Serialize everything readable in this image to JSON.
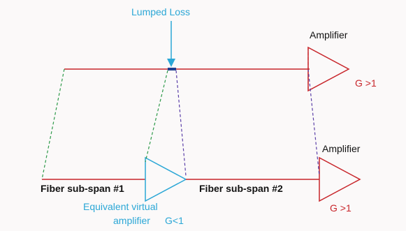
{
  "labels": {
    "lumped_loss": "Lumped Loss",
    "amplifier_top": "Amplifier",
    "gain_top": "G >1",
    "amplifier_bottom": "Amplifier",
    "gain_bottom": "G >1",
    "fiber_sub_span_1": "Fiber sub-span #1",
    "fiber_sub_span_2": "Fiber sub-span #2",
    "virtual_amp_line1": "Equivalent virtual",
    "virtual_amp_line2": "amplifier",
    "virtual_gain": "G<1"
  },
  "colors": {
    "fiber": "#c8262b",
    "virtual_amplifier": "#2ba7d6",
    "lumped_loss_marker": "#1f3f8f",
    "projection_span1": "#2e9a4a",
    "projection_span2": "#5b3fa8",
    "projection_amplifier": "#c8262b",
    "background": "#fbf9f9"
  }
}
